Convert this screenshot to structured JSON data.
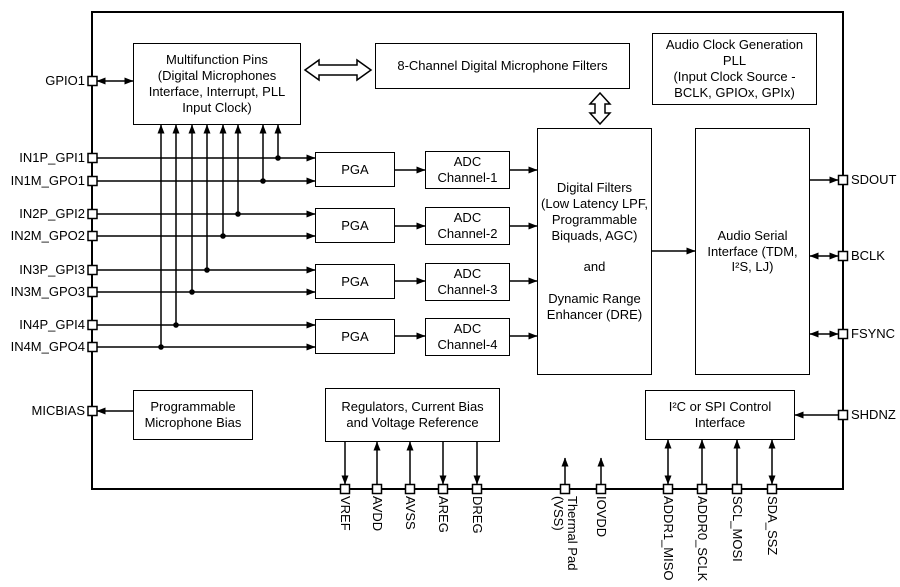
{
  "blocks": {
    "multifunction": {
      "text": "Multifunction Pins\n(Digital Microphones\nInterface, Interrupt, PLL\nInput Clock)"
    },
    "dmic_filters": {
      "text": "8-Channel Digital Microphone Filters"
    },
    "audio_pll": {
      "text": "Audio Clock Generation\nPLL\n(Input Clock Source -\nBCLK, GPIOx, GPIx)"
    },
    "pga": {
      "text": "PGA"
    },
    "adc1": {
      "text": "ADC\nChannel-1"
    },
    "adc2": {
      "text": "ADC\nChannel-2"
    },
    "adc3": {
      "text": "ADC\nChannel-3"
    },
    "adc4": {
      "text": "ADC\nChannel-4"
    },
    "digital_filters": {
      "text": "Digital Filters\n(Low Latency LPF,\nProgrammable\nBiquads, AGC)\n\nand\n\nDynamic Range\nEnhancer (DRE)"
    },
    "audio_serial": {
      "text": "Audio Serial\nInterface (TDM,\nI²S, LJ)"
    },
    "mic_bias": {
      "text": "Programmable\nMicrophone Bias"
    },
    "regulators": {
      "text": "Regulators, Current Bias\nand Voltage Reference"
    },
    "control": {
      "text": "I²C or SPI Control\nInterface"
    }
  },
  "pins": {
    "left": [
      {
        "label": "GPIO1"
      },
      {
        "label": "IN1P_GPI1"
      },
      {
        "label": "IN1M_GPO1"
      },
      {
        "label": "IN2P_GPI2"
      },
      {
        "label": "IN2M_GPO2"
      },
      {
        "label": "IN3P_GPI3"
      },
      {
        "label": "IN3M_GPO3"
      },
      {
        "label": "IN4P_GPI4"
      },
      {
        "label": "IN4M_GPO4"
      },
      {
        "label": "MICBIAS"
      }
    ],
    "right": [
      {
        "label": "SDOUT"
      },
      {
        "label": "BCLK"
      },
      {
        "label": "FSYNC"
      },
      {
        "label": "SHDNZ"
      }
    ],
    "bottom": [
      {
        "label": "VREF"
      },
      {
        "label": "AVDD"
      },
      {
        "label": "AVSS"
      },
      {
        "label": "AREG"
      },
      {
        "label": "DREG"
      },
      {
        "label": "Thermal Pad\n(VSS)"
      },
      {
        "label": "IOVDD"
      },
      {
        "label": "ADDR1_MISO"
      },
      {
        "label": "ADDR0_SCLK"
      },
      {
        "label": "SCL_MOSI"
      },
      {
        "label": "SDA_SSZ"
      }
    ]
  },
  "colors": {
    "line": "#000000",
    "background": "#ffffff"
  }
}
